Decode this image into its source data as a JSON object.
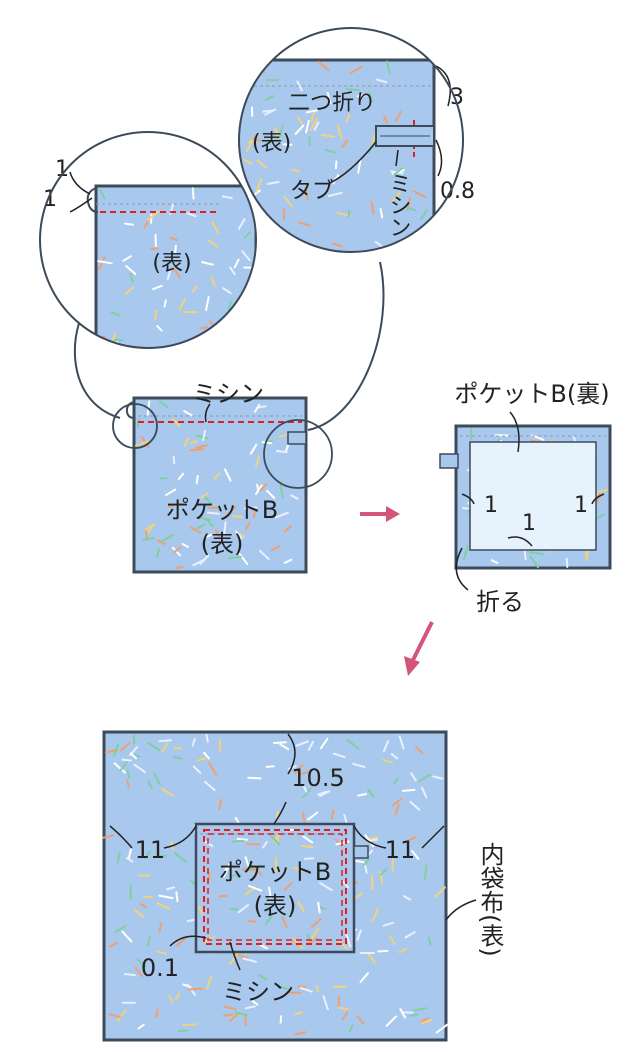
{
  "colors": {
    "fabric": "#a9c8ee",
    "fabric_back": "#e6f2fc",
    "outline": "#3c4a5a",
    "stitch": "#e02020",
    "fold_line": "#8a99aa",
    "arrow": "#d4547a",
    "sprinkles": [
      "#ffffff",
      "#f3d27a",
      "#7fd0a0",
      "#f0a070",
      "#e9f0ff"
    ]
  },
  "step1": {
    "detail_left": {
      "label_omote": "(表)",
      "dim_top": "1",
      "dim_bottom": "1"
    },
    "detail_right": {
      "label_fold": "二つ折り",
      "label_omote": "(表)",
      "label_tab": "タブ",
      "label_sew": "ミシン",
      "dim_3": "3",
      "dim_08": "0.8"
    },
    "label_sew": "ミシン",
    "pocket_name": "ポケットB",
    "pocket_side": "(表)"
  },
  "step2": {
    "label_title": "ポケットB(裏)",
    "dim_left": "1",
    "dim_right": "1",
    "dim_bottom": "1",
    "label_fold": "折る"
  },
  "step3": {
    "dim_top": "10.5",
    "dim_left": "11",
    "dim_right": "11",
    "pocket_name": "ポケットB",
    "pocket_side": "(表)",
    "dim_edge": "0.1",
    "label_sew": "ミシン",
    "label_inner": "内袋布(表)"
  }
}
